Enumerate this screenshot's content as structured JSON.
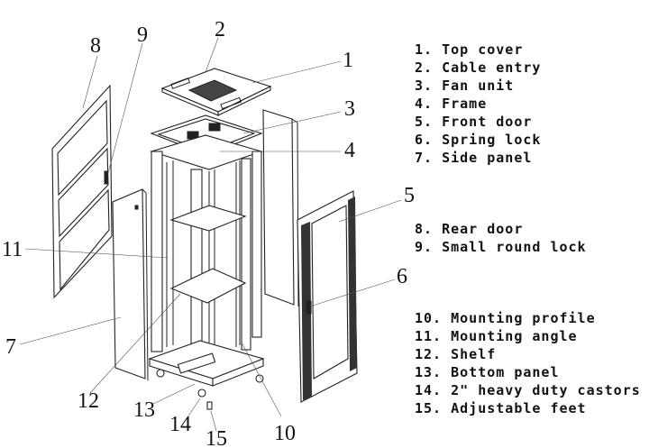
{
  "legend": [
    {
      "num": "1.",
      "text": "Top cover"
    },
    {
      "num": "2.",
      "text": "Cable entry"
    },
    {
      "num": "3.",
      "text": "Fan unit"
    },
    {
      "num": "4.",
      "text": "Frame"
    },
    {
      "num": "5.",
      "text": "Front door"
    },
    {
      "num": "6.",
      "text": "Spring lock"
    },
    {
      "num": "7.",
      "text": "Side panel"
    },
    {
      "num": "8.",
      "text": "Rear door"
    },
    {
      "num": "9.",
      "text": "Small round lock"
    },
    {
      "num": "10.",
      "text": "Mounting profile"
    },
    {
      "num": "11.",
      "text": "Mounting angle"
    },
    {
      "num": "12.",
      "text": "Shelf"
    },
    {
      "num": "13.",
      "text": "Bottom panel"
    },
    {
      "num": "14.",
      "text": "2\" heavy duty castors"
    },
    {
      "num": "15.",
      "text": "Adjustable feet"
    }
  ],
  "callouts": [
    "1",
    "2",
    "3",
    "4",
    "5",
    "6",
    "7",
    "8",
    "9",
    "10",
    "11",
    "12",
    "13",
    "14",
    "15"
  ]
}
